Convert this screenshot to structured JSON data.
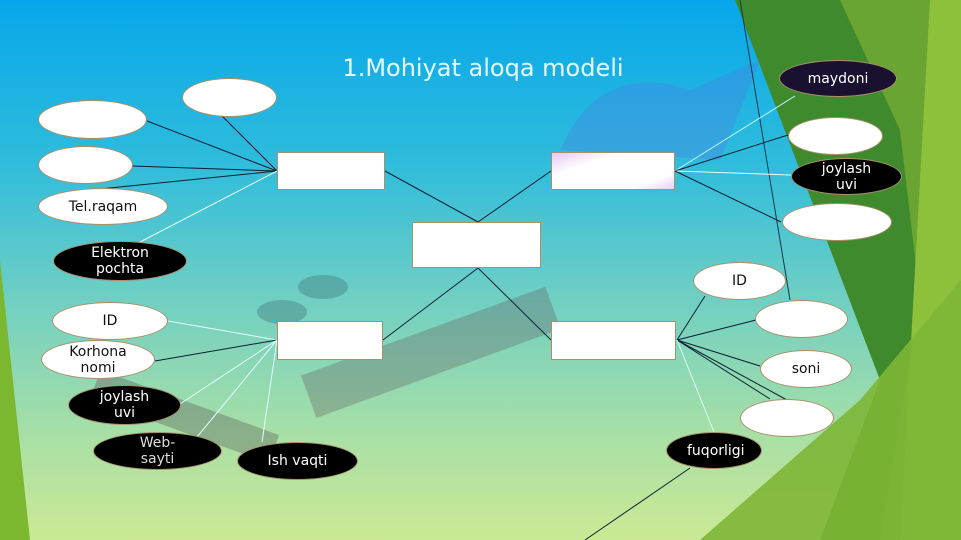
{
  "slide": {
    "title": "1.Mohiyat aloqa  modeli"
  },
  "colors": {
    "bg_top": "#06a7ea",
    "bg_bottom": "#cbe995",
    "accent_green": "#5c9e2a"
  },
  "entities": {
    "top_left": "",
    "top_right": "",
    "center": "",
    "bottom_left": "",
    "bottom_right": ""
  },
  "attributes": {
    "left_top": [
      "",
      "",
      "",
      "Tel.raqam",
      "Elektron pochta"
    ],
    "left_bottom": [
      "ID",
      "Korhona nomi",
      "joylash uvi",
      "Web-sayti",
      "Ish vaqti"
    ],
    "right_top": [
      "maydoni",
      "",
      "joylash uvi",
      ""
    ],
    "right_bottom": [
      "ID",
      "",
      "soni",
      "",
      "fuqorligi"
    ]
  }
}
